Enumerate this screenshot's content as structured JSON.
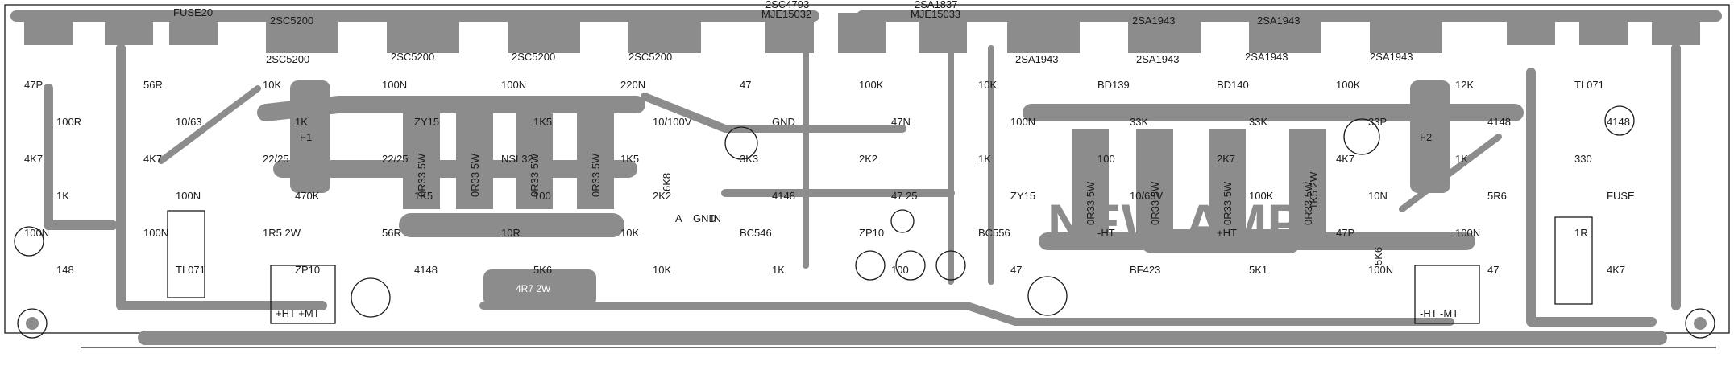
{
  "colors": {
    "copper": "#8c8c8c",
    "silk": "#1a1a1a",
    "board": "#ffffff"
  },
  "top_labels": [
    "2SC4793",
    "2SA1837",
    "MJE15032",
    "MJE15033",
    "FUSE20",
    "2SC5200",
    "2SA1943",
    "2SA1943"
  ],
  "transistor_labels": [
    "2SC5200",
    "2SC5200",
    "2SC5200",
    "2SC5200",
    "2SA1943",
    "2SA1943",
    "2SA1943",
    "2SA1943"
  ],
  "resistor_labels": [
    "0R33 5W",
    "0R33 5W",
    "0R33 5W",
    "0R33 5W",
    "0R33 5W",
    "0R33 5W",
    "0R33 5W",
    "0R33 5W",
    "4R7 2W",
    "1K5 2W",
    "6K8",
    "5K6"
  ],
  "parts": [
    "47P",
    "56R",
    "10K",
    "100N",
    "100N",
    "220N",
    "47",
    "100K",
    "10K",
    "BD139",
    "BD140",
    "100K",
    "12K",
    "TL071",
    "100R",
    "10/63",
    "1K",
    "ZY15",
    "1K5",
    "10/100V",
    "GND",
    "47N",
    "100N",
    "33K",
    "33K",
    "33P",
    "4148",
    "4148",
    "4K7",
    "4K7",
    "22/25",
    "22/25",
    "NSL32",
    "1K5",
    "3K3",
    "2K2",
    "1K",
    "100",
    "2K7",
    "4K7",
    "1K",
    "330",
    "1K",
    "100N",
    "470K",
    "1K5",
    "100",
    "2K2",
    "4148",
    "47 25",
    "ZY15",
    "10/63V",
    "100K",
    "10N",
    "5R6",
    "FUSE",
    "100N",
    "100N",
    "1R5 2W",
    "56R",
    "10R",
    "10K",
    "BC546",
    "ZP10",
    "BC556",
    "-HT",
    "+HT",
    "47P",
    "100N",
    "1R",
    "148",
    "TL071",
    "ZP10",
    "4148",
    "5K6",
    "10K",
    "1K",
    "100",
    "47",
    "BF423",
    "5K1",
    "100N",
    "47",
    "4K7"
  ],
  "connectors": {
    "left": "+HT +MT",
    "right": "-HT -MT"
  },
  "center_text": "NEW AMP",
  "io_labels": [
    "A",
    "GND",
    "IN"
  ],
  "fuses": [
    "F1",
    "F2"
  ]
}
